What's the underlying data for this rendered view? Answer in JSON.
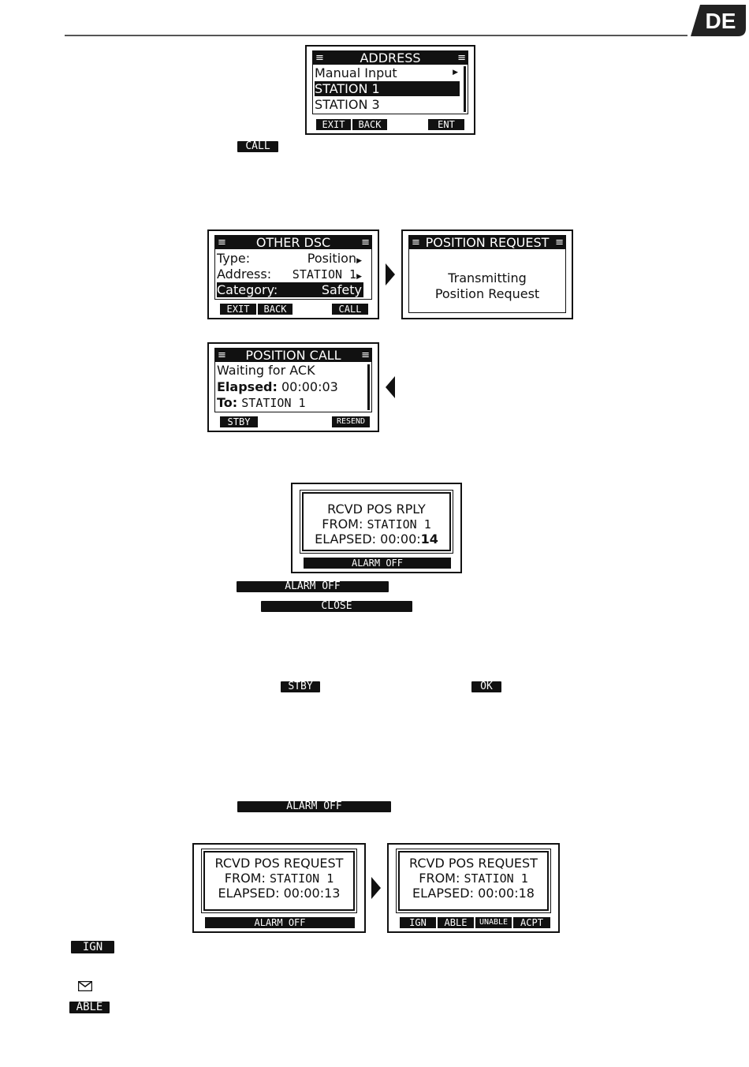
{
  "header": {
    "badge": "DE"
  },
  "screens": {
    "address": {
      "title": "ADDRESS",
      "items": [
        "Manual Input",
        "STATION 1",
        "STATION 3"
      ],
      "softkeys": [
        "EXIT",
        "BACK",
        "ENT"
      ]
    },
    "other_dsc": {
      "title": "OTHER DSC",
      "rows": [
        {
          "label": "Type:",
          "value": "Position"
        },
        {
          "label": "Address:",
          "value": "STATION 1"
        },
        {
          "label": "Category:",
          "value": "Safety"
        }
      ],
      "softkeys": [
        "EXIT",
        "BACK",
        "CALL"
      ]
    },
    "position_request": {
      "title": "POSITION REQUEST",
      "line1": "Transmitting",
      "line2": "Position Request"
    },
    "position_call": {
      "title": "POSITION CALL",
      "line1": "Waiting for ACK",
      "elapsed_label": "Elapsed:",
      "elapsed_value": "00:00:03",
      "to_label": "To:",
      "to_value": "STATION 1",
      "softkeys": [
        "STBY",
        "RESEND"
      ]
    },
    "rcvd_pos_rply": {
      "line1": "RCVD POS RPLY",
      "from_label": "FROM:",
      "from_value": "STATION 1",
      "elapsed_label": "ELAPSED:",
      "elapsed_value": "00:00:",
      "elapsed_bold": "14",
      "softkey": "ALARM OFF"
    },
    "rcvd_pos_request_1": {
      "line1": "RCVD POS REQUEST",
      "from_label": "FROM:",
      "from_value": "STATION 1",
      "elapsed_label": "ELAPSED:",
      "elapsed_value": "00:00:13",
      "softkey": "ALARM OFF"
    },
    "rcvd_pos_request_2": {
      "line1": "RCVD POS REQUEST",
      "from_label": "FROM:",
      "from_value": "STATION 1",
      "elapsed_label": "ELAPSED:",
      "elapsed_value": "00:00:18",
      "softkeys": [
        "IGN",
        "ABLE",
        "UNABLE",
        "ACPT"
      ]
    }
  },
  "inline_keys": {
    "call": "CALL",
    "alarm_off_1": "ALARM OFF",
    "close": "CLOSE",
    "stby": "STBY",
    "ok": "OK",
    "alarm_off_2": "ALARM OFF",
    "ign": "IGN",
    "able": "ABLE"
  },
  "icons": {
    "envelope": "envelope-icon",
    "next_arrow": "arrow-right-icon",
    "back_arrow": "arrow-left-icon"
  }
}
